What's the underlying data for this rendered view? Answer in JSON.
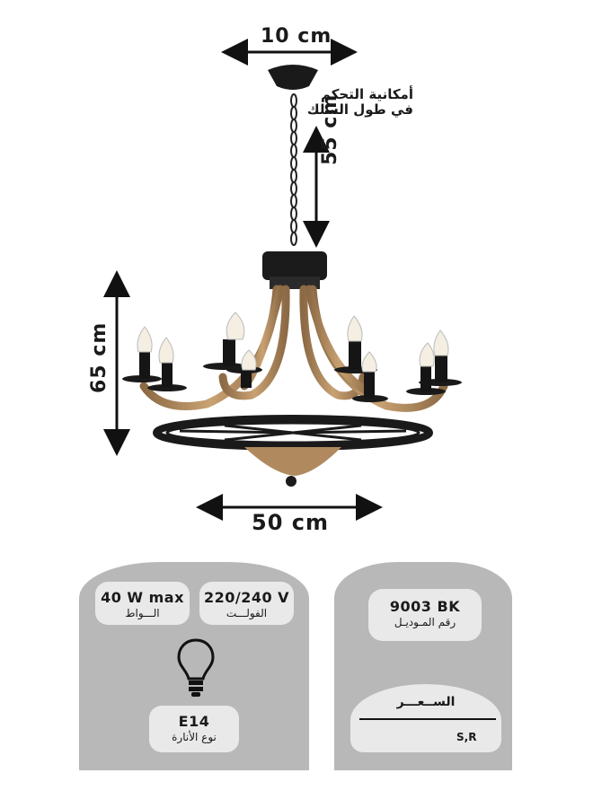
{
  "dimensions": {
    "top_width": "10 cm",
    "chain_length": "55 cm",
    "height": "65 cm",
    "width": "50 cm"
  },
  "cable_note": {
    "line1": "أمكانية التحكم",
    "line2": "في طول السلك"
  },
  "specs_card": {
    "watt_value": "40 W max",
    "watt_label": "الـــواط",
    "voltage_value": "220/240 V",
    "voltage_label": "الفولـــت",
    "bulb_icon": "light-bulb-icon",
    "lamp_value": "E14",
    "lamp_label": "نوع الأنارة"
  },
  "model_card": {
    "model_value": "9003 BK",
    "model_label": "رقم المـوديـل",
    "price_label": "الســعـــر",
    "price_value": "S,R"
  },
  "colors": {
    "card_bg": "#b8b8b8",
    "pill_bg": "#e9e9e9",
    "rope": "#b08a5e",
    "metal": "#1a1a1a"
  }
}
